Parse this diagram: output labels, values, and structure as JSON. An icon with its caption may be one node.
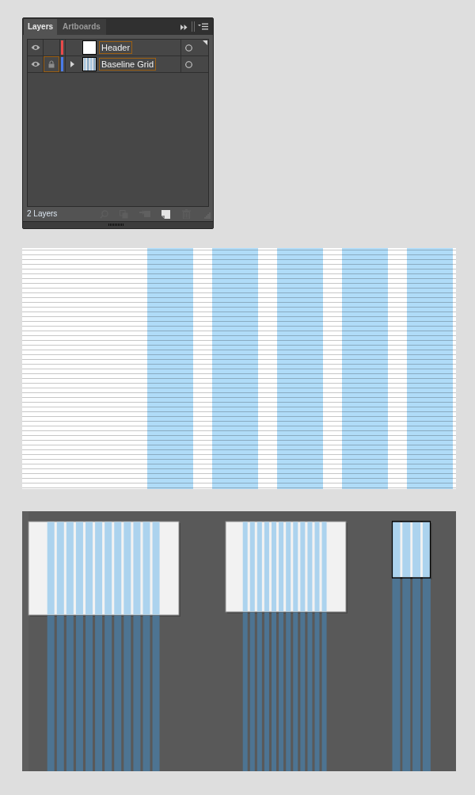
{
  "diagram": {
    "labels": [
      "Layers",
      "Artboards",
      "Header",
      "Baseline Grid",
      "2 Layers"
    ]
  }
}
